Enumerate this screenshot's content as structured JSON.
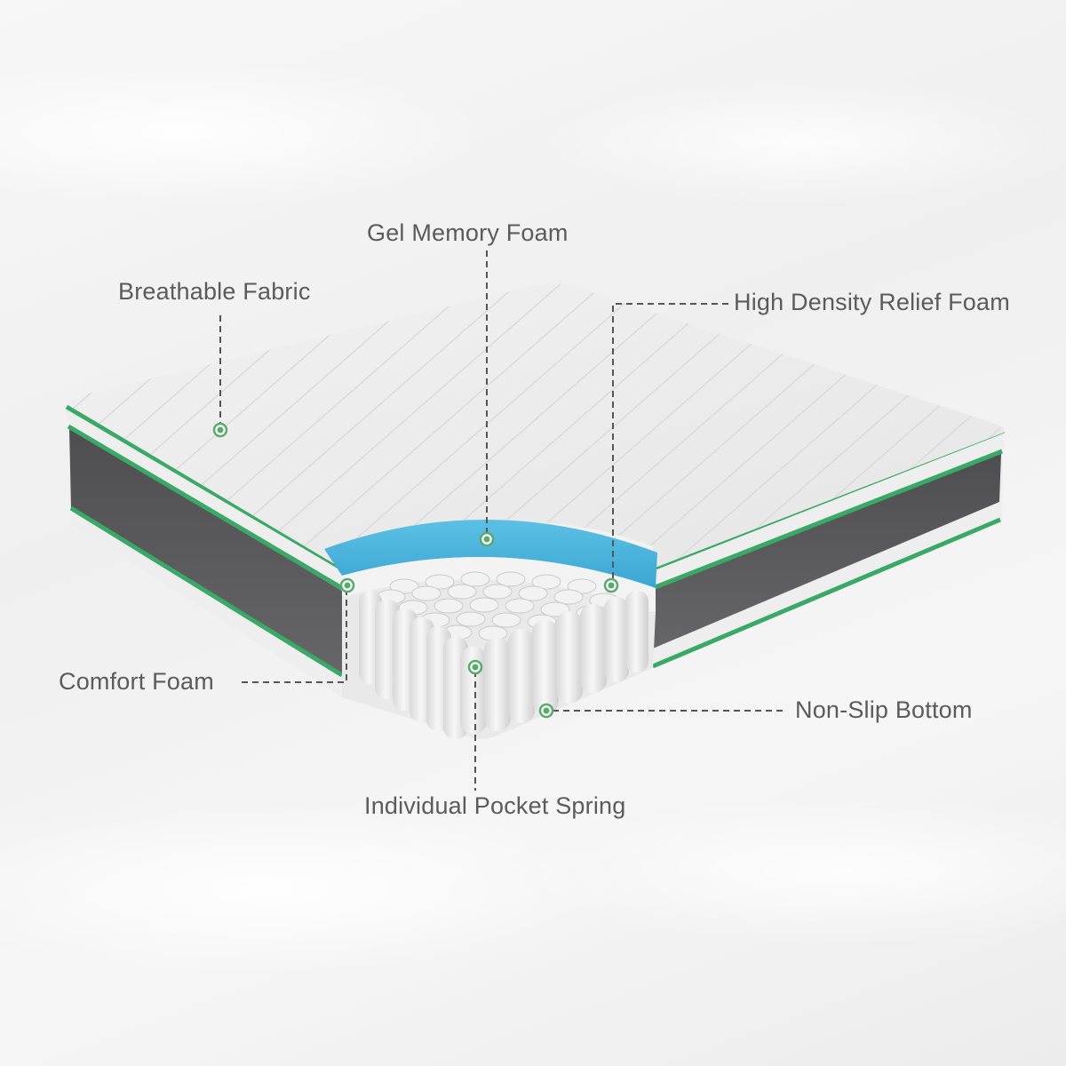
{
  "diagram": {
    "subject": "Hybrid mattress cutaway",
    "colors": {
      "piping_green": "#3aa866",
      "side_panel_gray": "#5a5a5c",
      "gel_foam_blue": "#4db3db",
      "fabric_white": "#ececec",
      "label_text": "#5b5b5b",
      "leader_line": "#555555",
      "marker_green": "#5aaa6e"
    },
    "callouts": [
      {
        "id": "breathable-fabric",
        "label": "Breathable Fabric"
      },
      {
        "id": "gel-memory-foam",
        "label": "Gel Memory Foam"
      },
      {
        "id": "high-density-relief-foam",
        "label": "High Density Relief Foam"
      },
      {
        "id": "comfort-foam",
        "label": "Comfort Foam"
      },
      {
        "id": "non-slip-bottom",
        "label": "Non-Slip Bottom"
      },
      {
        "id": "individual-pocket-spring",
        "label": "Individual Pocket Spring"
      }
    ]
  }
}
